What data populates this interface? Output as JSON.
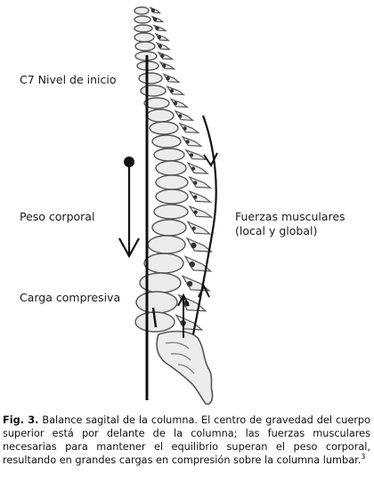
{
  "labels": {
    "c7": "C7 Nivel de inicio",
    "peso": "Peso corporal",
    "carga": "Carga compresiva",
    "fuerzas_line1": "Fuerzas musculares",
    "fuerzas_line2": "(local y global)"
  },
  "caption": {
    "fig_number": "Fig. 3.",
    "text": "Balance sagital de la columna. El centro de gravedad del cuerpo superior está por delante de la columna; las fuerzas musculares necesarias para mantener el equilibrio superan el peso corporal, resultando en grandes cargas en compresión sobre la columna lumbar.",
    "reference": "3"
  },
  "colors": {
    "bone": "#ececec",
    "bone_outline": "#555555",
    "ink": "#111111"
  }
}
